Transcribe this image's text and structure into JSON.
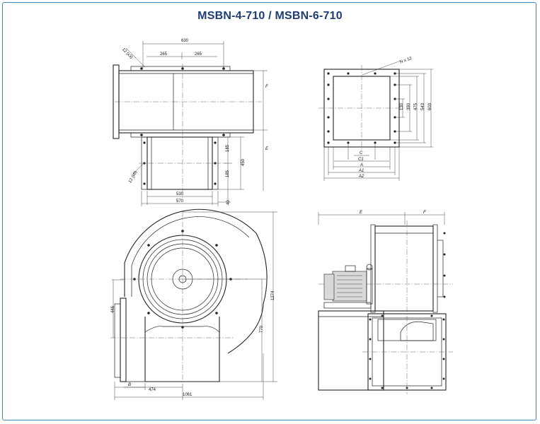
{
  "title": "MSBN-4-710 / MSBN-6-710",
  "top_view": {
    "dim_630": "630",
    "dim_265_left": "265",
    "dim_265_right": "265",
    "dim_12x63": "12 (x3)",
    "dim_12x60": "12 (x6)",
    "dim_F": "F",
    "dim_E": "E",
    "dim_185_upper": "185",
    "dim_185_lower": "185",
    "dim_450": "450",
    "dim_40": "40",
    "dim_530": "530",
    "dim_570": "570"
  },
  "flange_view": {
    "dim_Nx12": "N x 12",
    "dim_130": "130",
    "dim_390": "390",
    "dim_475": "475",
    "dim_543": "543",
    "dim_603": "603",
    "dim_C": "C",
    "dim_C1": "C1",
    "dim_A": "A",
    "dim_A1": "A1",
    "dim_A2": "A2"
  },
  "front_view": {
    "dim_446": "446",
    "dim_1274": "1274",
    "dim_770": "770",
    "dim_B": "B",
    "dim_474": "474",
    "dim_1061": "1061"
  },
  "side_view": {
    "dim_E": "E",
    "dim_F": "F"
  }
}
